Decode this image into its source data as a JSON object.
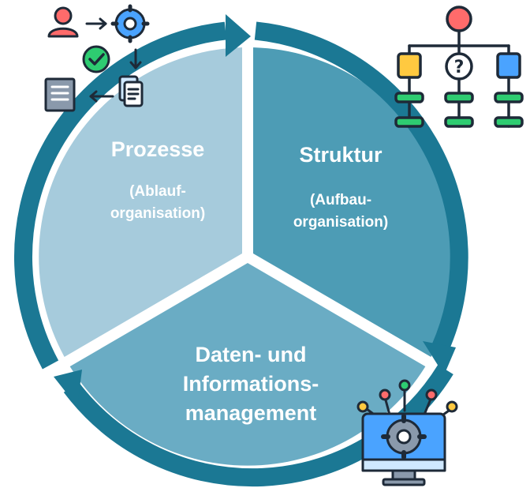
{
  "segments": [
    {
      "id": "prozesse",
      "title": "Prozesse",
      "subtitle": [
        "(Ablauf-",
        "organisation)"
      ],
      "color": "#a6cbdc"
    },
    {
      "id": "struktur",
      "title": "Struktur",
      "subtitle": [
        "(Aufbau-",
        "organisation)"
      ],
      "color": "#4d9cb5"
    },
    {
      "id": "daten",
      "title_lines": [
        "Daten- und",
        "Informations-",
        "management"
      ],
      "color": "#6aacc4"
    }
  ],
  "ring_color": "#1b7894",
  "icons": {
    "process": "process-flow-icon",
    "structure": "org-chart-icon",
    "data": "data-management-monitor-icon"
  }
}
